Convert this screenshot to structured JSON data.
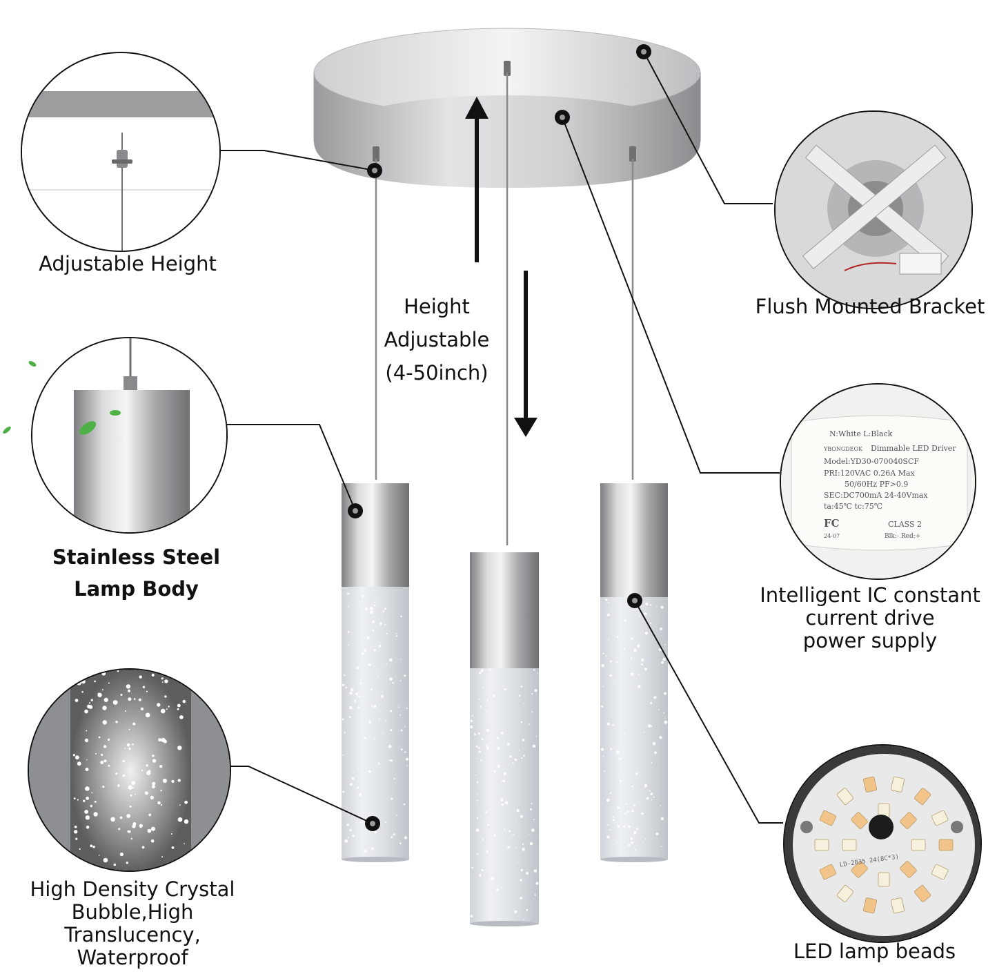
{
  "callouts": {
    "adjustable_height": "Adjustable Height",
    "flush_bracket": "Flush Mounted Bracket",
    "lamp_body_line1": "Stainless Steel",
    "lamp_body_line2": "Lamp Body",
    "driver_line1": "Intelligent IC constant",
    "driver_line2": "current drive",
    "driver_line3": "power supply",
    "crystal_line1": "High Density Crystal",
    "crystal_line2": "Bubble,High",
    "crystal_line3": "Translucency,",
    "crystal_line4": "Waterproof",
    "led_beads": "LED lamp beads"
  },
  "height_note": {
    "line1": "Height",
    "line2": "Adjustable",
    "line3": "(4-50inch)"
  },
  "driver_label": {
    "wire_top": "N:White   L:Black",
    "brand": "YBONGDEOK",
    "title": "Dimmable LED Driver",
    "model": "Model:YD30-070040SCF",
    "pri": "PRI:120VAC 0.26A Max",
    "freq": "50/60Hz PF>0.9",
    "sec": "SEC:DC700mA 24-40Vmax",
    "temp": "ta:45℃   tc:75℃",
    "fc": "FC",
    "class": "CLASS 2",
    "date": "24-07",
    "wires": "Blk:-   Red:+"
  },
  "led_board_text": "LD-2835 24(8C*3)",
  "colors": {
    "chrome": "#c9c9cb",
    "chrome_dark": "#8d8d90",
    "led_warm": "#f2c48a",
    "led_cool": "#f6f1dc",
    "ink": "#111111"
  }
}
